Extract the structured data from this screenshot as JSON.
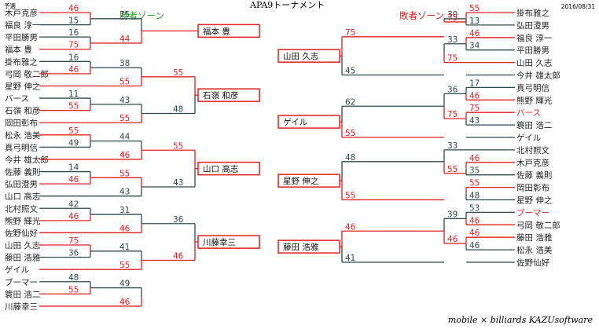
{
  "header": {
    "title": "APA9トーナメント",
    "label_yosen": "予選",
    "date": "2016/08/31",
    "winner_zone": "勝者ゾーン",
    "loser_zone": "敗者ゾーン"
  },
  "footer": {
    "text": "mobile × billiards KAZUsoftware"
  },
  "colors": {
    "red": "#e02020",
    "dark": "#2d4a4a",
    "green": "#22aa22"
  },
  "left_players": [
    "木戸克彦",
    "福良 淳一",
    "平田勝男",
    "福本 豊",
    "掛布雅之",
    "弓岡 敬二郎",
    "星野 伸之",
    "バース",
    "石嶺 和彦",
    "岡田彰布",
    "松永 浩美",
    "真弓明信",
    "今井 雄太郎",
    "佐藤 義則",
    "弘田澄男",
    "山口 高志",
    "北村照文",
    "熊野 輝光",
    "佐野仙好",
    "山田 久志",
    "藤田 浩雅",
    "ゲイル",
    "ブーマー",
    "簑田 浩二",
    "川藤幸三"
  ],
  "left_red": [
    false,
    false,
    false,
    false,
    false,
    false,
    false,
    false,
    false,
    false,
    false,
    false,
    false,
    false,
    false,
    false,
    false,
    false,
    false,
    false,
    false,
    false,
    false,
    false,
    false
  ],
  "right_players": [
    "掛布雅之",
    "弘田澄男",
    "福良 淳一",
    "平田勝男",
    "山田 久志",
    "今井 雄太郎",
    "真弓明信",
    "熊野 輝光",
    "バース",
    "簑田 浩二",
    "ゲイル",
    "北村照文",
    "木戸克彦",
    "佐藤 義則",
    "岡田彰布",
    "星野 伸之",
    "ブーマー",
    "弓岡 敬二郎",
    "藤田 浩雅",
    "松永 浩美",
    "佐野仙好"
  ],
  "right_red": [
    false,
    false,
    false,
    false,
    false,
    false,
    false,
    false,
    true,
    false,
    false,
    false,
    false,
    false,
    false,
    false,
    true,
    false,
    false,
    false,
    false
  ],
  "right_bold": [
    false,
    false,
    false,
    false,
    false,
    false,
    false,
    false,
    false,
    false,
    true,
    false,
    false,
    false,
    false,
    false,
    false,
    false,
    false,
    false,
    false
  ],
  "left_r1_scores": [
    {
      "top": "46",
      "bottom": "15"
    },
    {
      "top": "16",
      "bottom": "75"
    },
    {
      "top": "16",
      "bottom": "46"
    },
    {
      "top": "11",
      "bottom": "55"
    },
    {
      "top": "55",
      "bottom": "49"
    },
    {
      "top": "14",
      "bottom": "46"
    },
    {
      "top": "42",
      "bottom": "46"
    },
    {
      "top": "75",
      "bottom": "36"
    },
    {
      "top": "48",
      "bottom": "55"
    }
  ],
  "left_r2_scores": [
    {
      "top": "75",
      "bottom": "44"
    },
    {
      "top": "38",
      "bottom": "55"
    },
    {
      "top": "43",
      "bottom": "55"
    },
    {
      "top": "44",
      "bottom": "46"
    },
    {
      "top": "55",
      "bottom": "43"
    },
    {
      "top": "31",
      "bottom": "46"
    },
    {
      "top": "41",
      "bottom": "55"
    },
    {
      "top": "49",
      "bottom": "46"
    }
  ],
  "left_r3_scores": [
    {
      "top": "55",
      "bottom": "48"
    },
    {
      "top": "55",
      "bottom": "43"
    },
    {
      "top": "36",
      "bottom": "46"
    }
  ],
  "left_winners": [
    "福本 豊",
    "石嶺 和彦",
    "山口 高志",
    "川藤幸三"
  ],
  "right_winners": [
    "山田 久志",
    "ゲイル",
    "星野 伸之",
    "藤田 浩雅"
  ],
  "right_r1_scores": [
    {
      "top": "55",
      "bottom": "13"
    },
    {
      "top": "46",
      "bottom": "34"
    },
    {
      "top": "17",
      "bottom": "46"
    },
    {
      "top": "75",
      "bottom": "43"
    },
    {
      "top": "46",
      "bottom": "35"
    },
    {
      "top": "55",
      "bottom": "48"
    },
    {
      "top": "53",
      "bottom": "46"
    },
    {
      "top": "46",
      "bottom": "46"
    }
  ],
  "right_r2_scores": [
    {
      "top": "30",
      "bottom": "75"
    },
    {
      "top": "33",
      "bottom": "75"
    },
    {
      "top": "36",
      "bottom": "75"
    },
    {
      "top": "33",
      "bottom": "55"
    },
    {
      "top": "39",
      "bottom": "46"
    }
  ],
  "right_r3_scores": [
    {
      "top": "75",
      "bottom": "45"
    },
    {
      "top": "62",
      "bottom": "55"
    },
    {
      "top": "48",
      "bottom": "55"
    },
    {
      "top": "46",
      "bottom": "41"
    }
  ]
}
